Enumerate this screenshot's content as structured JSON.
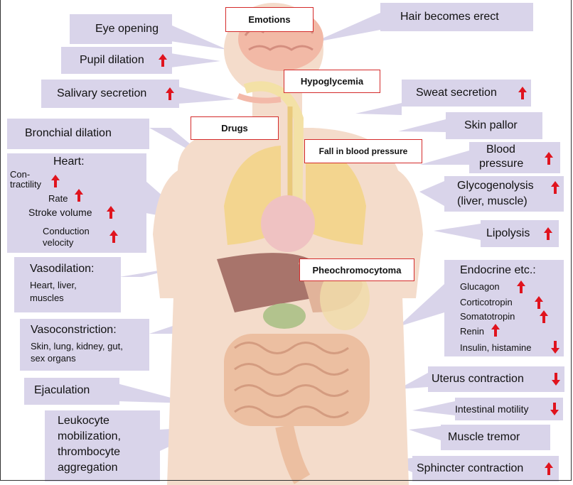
{
  "causes": {
    "emotions": "Emotions",
    "hypoglycemia": "Hypoglycemia",
    "drugs": "Drugs",
    "fall_bp": "Fall in blood pressure",
    "pheo": "Pheochromocytoma"
  },
  "left": {
    "eye_opening": "Eye opening",
    "pupil_dilation": "Pupil dilation",
    "salivary": "Salivary secretion",
    "bronchial": "Bronchial dilation",
    "heart_title": "Heart:",
    "contractility_1": "Con-",
    "contractility_2": "tractility",
    "rate": "Rate",
    "stroke_volume": "Stroke volume",
    "conduction_1": "Conduction",
    "conduction_2": "velocity",
    "vasodilation_title": "Vasodilation:",
    "vasodilation_1": "Heart, liver,",
    "vasodilation_2": "muscles",
    "vasoconstriction_title": "Vasoconstriction:",
    "vasoconstriction_1": "Skin, lung, kidney, gut,",
    "vasoconstriction_2": "sex organs",
    "ejaculation": "Ejaculation",
    "leuko_1": "Leukocyte",
    "leuko_2": "mobilization,",
    "leuko_3": "thrombocyte",
    "leuko_4": "aggregation"
  },
  "right": {
    "hair": "Hair becomes erect",
    "sweat": "Sweat secretion",
    "pallor": "Skin pallor",
    "bp_1": "Blood",
    "bp_2": "pressure",
    "glyco_1": "Glycogenolysis",
    "glyco_2": "(liver, muscle)",
    "lipolysis": "Lipolysis",
    "endocrine_title": "Endocrine etc.:",
    "glucagon": "Glucagon",
    "corticotropin": "Corticotropin",
    "somatotropin": "Somatotropin",
    "renin": "Renin",
    "insulin": "Insulin, histamine",
    "uterus": "Uterus contraction",
    "intestinal": "Intestinal motility",
    "tremor": "Muscle tremor",
    "sphincter": "Sphincter contraction"
  },
  "colors": {
    "box": "#d9d4ea",
    "arrow": "#e0141e",
    "cause_border": "#d42a2a",
    "skin": "#f3d9c4"
  },
  "icons": {
    "increase": "red-up-arrow-icon",
    "decrease": "red-down-arrow-icon"
  }
}
